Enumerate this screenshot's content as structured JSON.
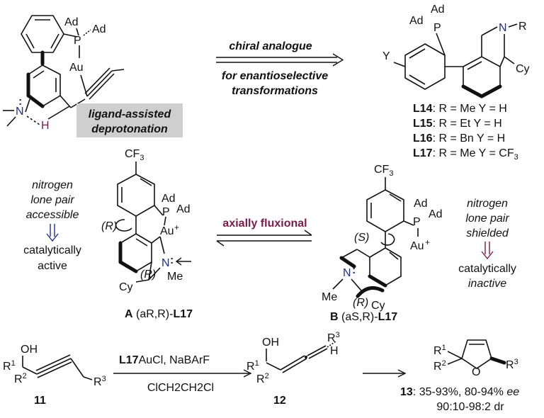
{
  "top": {
    "left_complex": {
      "p_substituent_1": "Ad",
      "p_substituent_2": "Ad",
      "p_atom": "P",
      "metal": "Au",
      "nitrogen": "N",
      "hydrogen": "H",
      "caption": [
        "ligand-assisted",
        "deprotonation"
      ]
    },
    "arrow_caption": {
      "above": "chiral analogue",
      "below": [
        "for enantioselective",
        "transformations"
      ]
    },
    "right_ligand": {
      "p_atom": "P",
      "ad_top": "Ad",
      "ad_left": "Ad",
      "nitrogen": "N",
      "r_group": "R",
      "cy": "Cy",
      "y_group": "Y",
      "entries": [
        {
          "id": "L14",
          "desc": ": R = Me Y = H"
        },
        {
          "id": "L15",
          "desc": ": R = Et Y = H"
        },
        {
          "id": "L16",
          "desc": ": R = Bn Y = H"
        },
        {
          "id": "L17",
          "desc": ": R = Me Y = CF",
          "sub": "3"
        }
      ]
    }
  },
  "middle": {
    "left_note": {
      "lines": [
        "nitrogen",
        "lone pair",
        "accessible"
      ],
      "result": [
        "catalytically",
        "active"
      ]
    },
    "equilibrium_label": "axially fluxional",
    "right_note": {
      "lines": [
        "nitrogen",
        "lone pair",
        "shielded"
      ],
      "result_1": "catalytically",
      "result_2": "inactive"
    },
    "conformer_A": {
      "cf3": "CF",
      "cf3_sub": "3",
      "ad1": "Ad",
      "ad2": "Ad",
      "p": "P",
      "au": "Au",
      "plus": "+",
      "axial_label": "(R)",
      "n": "N",
      "me": "Me",
      "cy": "Cy",
      "center_label": "(R)",
      "caption_letter": "A",
      "caption_stereo": " (aR,R)-",
      "caption_ligand": "L17"
    },
    "conformer_B": {
      "cf3": "CF",
      "cf3_sub": "3",
      "ad1": "Ad",
      "ad2": "Ad",
      "p": "P",
      "au": "Au",
      "plus": "+",
      "axial_label": "(S)",
      "n": "N",
      "me": "Me",
      "cy": "Cy",
      "center_label": "(R)",
      "caption_letter": "B",
      "caption_stereo": " (aS,R)-",
      "caption_ligand": "L17"
    }
  },
  "bottom": {
    "substrate": {
      "oh": "OH",
      "r1": "R",
      "r1_sup": "1",
      "r2": "R",
      "r2_sup": "2",
      "r3": "R",
      "r3_sup": "3",
      "label": "11"
    },
    "conditions": {
      "above_bold": "L17",
      "above_rest": "AuCl, NaBArF",
      "below": "ClCH2CH2Cl"
    },
    "intermediate": {
      "oh": "OH",
      "r1": "R",
      "r1_sup": "1",
      "r2": "R",
      "r2_sup": "2",
      "r3": "R",
      "r3_sup": "3",
      "h": "H",
      "label": "12"
    },
    "product": {
      "r1": "R",
      "r1_sup": "1",
      "r2": "R",
      "r2_sup": "2",
      "o": "O",
      "r3": "R",
      "r3_sup": "3",
      "label": "13",
      "yield": ": 35-93%, 80-94% ",
      "ee": "ee",
      "dr": "90:10-98:2 dr"
    }
  }
}
